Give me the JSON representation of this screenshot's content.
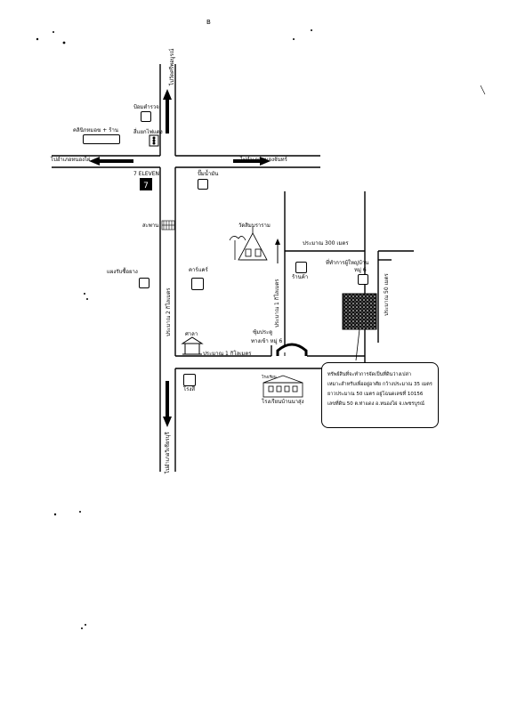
{
  "page_mark": "B",
  "roads": {
    "to_wat_phai_ban": "ไปวัดศรีพอบูรณ์",
    "to_nong_phai": "ไปอำเภอหนองไผ่",
    "to_nong_chai_si": "ไปอำเภอหนองจันทร์",
    "to_wichian_buri": "ไปอำเภอวิเชียรบุรี"
  },
  "landmarks": {
    "clinic": "คลินิกหมอฆ + ร้าน",
    "kiosk": "ป้อมตำรวจ",
    "traffic_light": "สี่แยกไฟแดง",
    "seven_eleven": "7 ELEVEN",
    "bridge": "สะพาน",
    "rubber_shop": "แผงรับซื้อยาง",
    "gas_station": "ปั๊มน้ำมัน",
    "temple": "วัดสิมบราราม",
    "coop": "คาร์แคร์",
    "sala": "ศาลา",
    "well": "โรงสี",
    "village_office": "ที่ทำการผู้ใหญ่บ้าน",
    "village_no": "หมู่ 6",
    "shop": "ร้านค้า",
    "gate_label": "ซุ้มประตู",
    "gate_sub": "ทางเข้า หมู่ 6",
    "school_sign": "โรงเรียน",
    "school": "โรงเรียนบ้านนาสุ่ง"
  },
  "distances": {
    "about_2km": "ประมาณ 2 กิโลเมตร",
    "about_1km_vertical": "ประมาณ 1 กิโลเมตร",
    "about_1km_horizontal": "ประมาณ 1 กิโลเมตร",
    "about_300m": "ประมาณ 300 เมตร",
    "about_50m": "ประมาณ 50 เมตร"
  },
  "callout": {
    "line1": "ทรัพย์สินที่จะทำการจัดเป็นที่ดินว่างเปล่า",
    "line2": "เหมาะสำหรับเพื่ออยู่อาศัย กว้างประมาณ 35 เมตร",
    "line3": "ยาวประมาณ 50 เมตร อยู่โฉนดเลขที่ 10156",
    "line4": "เลขที่ดิน 50 ต.ท่าแดง อ.หนองไผ่ จ.เพชรบูรณ์"
  }
}
